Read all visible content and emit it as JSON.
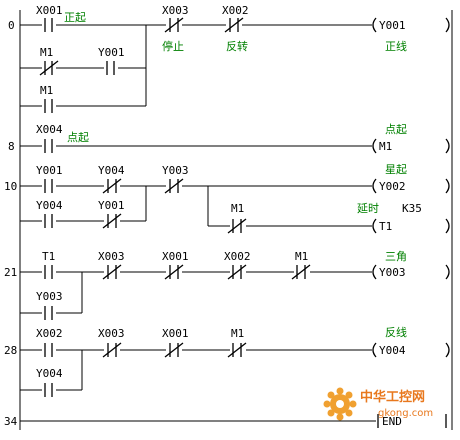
{
  "rungs": {
    "r0": {
      "step": "0",
      "x001": "X001",
      "x001_note": "正起",
      "x003": "X003",
      "x003_note": "停止",
      "x002": "X002",
      "x002_note": "反转",
      "m1_nc": "M1",
      "y001": "Y001",
      "m1_no": "M1",
      "coil": "Y001",
      "coil_note": "正线"
    },
    "r8": {
      "step": "8",
      "x004": "X004",
      "x004_note": "点起",
      "coil": "M1",
      "coil_note": "点起"
    },
    "r10": {
      "step": "10",
      "y001": "Y001",
      "y004_nc": "Y004",
      "y003_nc": "Y003",
      "y004": "Y004",
      "y001_nc": "Y001",
      "coil": "Y002",
      "coil_note": "星起",
      "m1_nc": "M1",
      "timer_coil": "T1",
      "timer_note": "延时",
      "timer_k": "K35"
    },
    "r21": {
      "step": "21",
      "t1": "T1",
      "x003": "X003",
      "x001": "X001",
      "x002": "X002",
      "m1": "M1",
      "y003": "Y003",
      "coil": "Y003",
      "coil_note": "三角"
    },
    "r28": {
      "step": "28",
      "x002": "X002",
      "x003": "X003",
      "x001": "X001",
      "m1": "M1",
      "y004": "Y004",
      "coil": "Y004",
      "coil_note": "反线"
    },
    "r34": {
      "step": "34",
      "end": "END"
    }
  },
  "watermark": {
    "brand": "中华工控网",
    "url": "gkong.com"
  },
  "colors": {
    "annotation": "#008000",
    "lines": "#000000",
    "watermark": "#e8781e"
  }
}
